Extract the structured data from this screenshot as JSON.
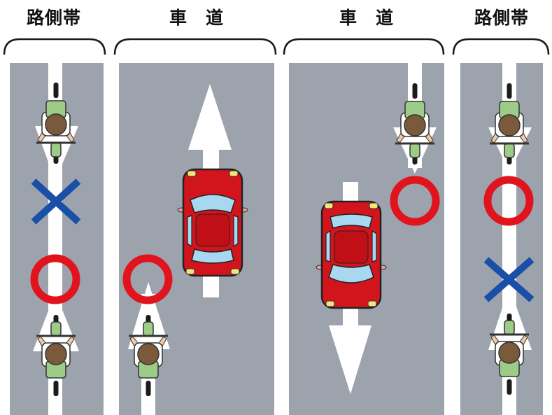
{
  "labels": {
    "shoulder_left": "路側帯",
    "road_left": "車　道",
    "road_right": "車　道",
    "shoulder_right": "路側帯"
  },
  "colors": {
    "road": "#9da3ad",
    "marking": "#ffffff",
    "ok_mark": "#e1141e",
    "ng_mark": "#1a4fa8",
    "car_body": "#d2141d",
    "car_glass": "#a7d8f0",
    "rider_shirt": "#9ccc87",
    "rider_head": "#7a5a3a"
  },
  "symbols": {
    "ok": "circle-mark",
    "ng": "cross-mark"
  }
}
